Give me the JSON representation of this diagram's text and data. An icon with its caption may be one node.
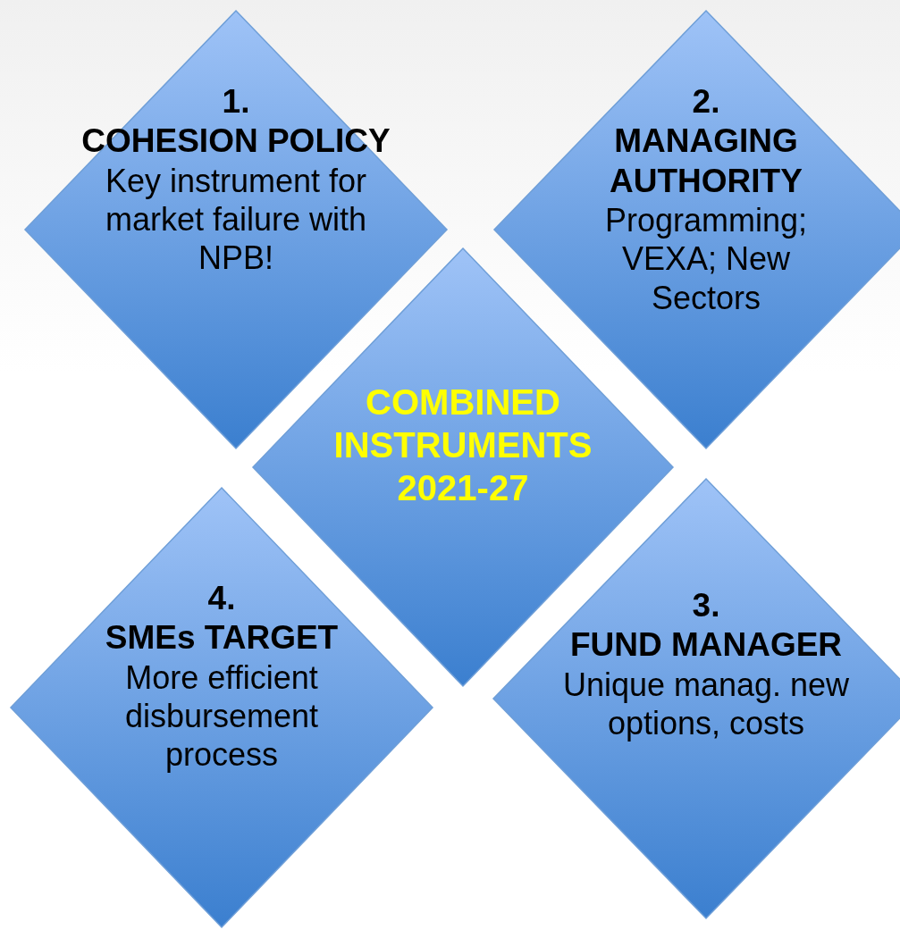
{
  "diagram": {
    "nodes": [
      {
        "text": [
          "1.",
          "COHESION POLICY",
          "Key instrument for market failure with NPB!"
        ]
      },
      {
        "text": [
          "2.",
          "MANAGING AUTHORITY",
          "Programming; VEXA; New Sectors"
        ]
      },
      {
        "text": [
          "COMBINED INSTRUMENTS 2021-27"
        ]
      },
      {
        "text": [
          "4.",
          "SMEs TARGET",
          "More efficient disbursement process"
        ]
      },
      {
        "text": [
          "3.",
          "FUND MANAGER",
          "Unique manag. new options, costs"
        ]
      }
    ],
    "edges": []
  }
}
